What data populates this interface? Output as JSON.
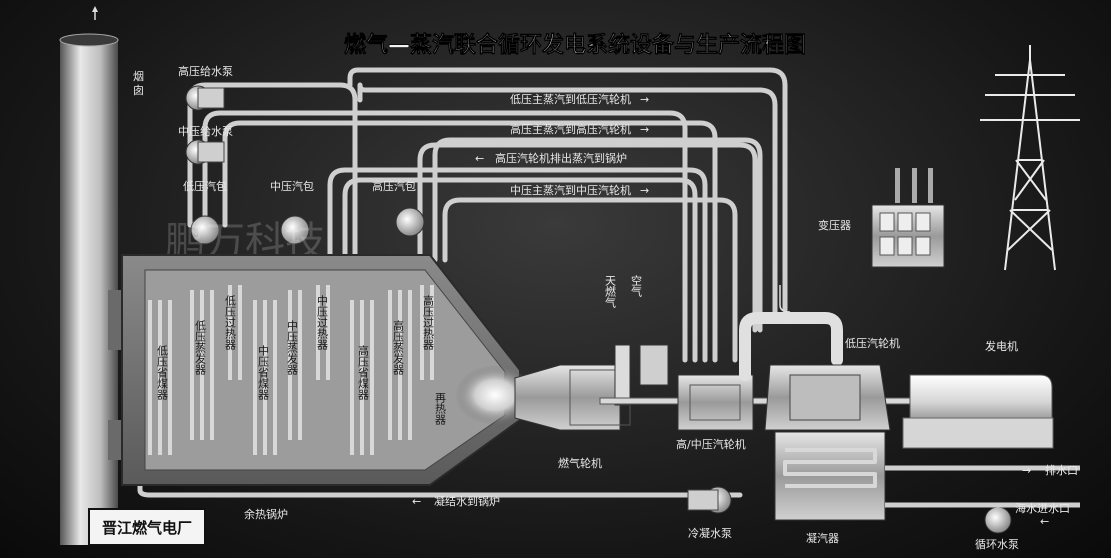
{
  "title": "燃气—蒸汽联合循环发电系统设备与生产流程图",
  "plant_name": "晋江燃气电厂",
  "watermark": "鹏万科技",
  "labels": {
    "chimney": "烟囱",
    "hp_feed_pump": "高压给水泵",
    "ip_feed_pump": "中压给水泵",
    "lp_drum": "低压汽包",
    "ip_drum": "中压汽包",
    "hp_drum": "高压汽包",
    "lp_main_to_lp_turbine": "低压主蒸汽到低压汽轮机",
    "hp_main_to_hp_turbine": "高压主蒸汽到高压汽轮机",
    "hp_exhaust_to_boiler": "高压汽轮机排出蒸汽到锅炉",
    "ip_main_to_ip_turbine": "中压主蒸汽到中压汽轮机",
    "transformer": "变压器",
    "generator": "发电机",
    "lp_turbine": "低压汽轮机",
    "natural_gas": "天燃气",
    "air": "空气",
    "lp_economizer": "低压省煤器",
    "lp_evaporator": "低压蒸发器",
    "lp_superheater": "低压过热器",
    "ip_economizer": "中压省煤器",
    "ip_evaporator": "中压蒸发器",
    "ip_superheater": "中压过热器",
    "hp_economizer": "高压省煤器",
    "hp_evaporator": "高压蒸发器",
    "hp_superheater": "高压过热器",
    "reheater": "再热器",
    "gas_turbine": "燃气轮机",
    "hp_ip_turbine": "高/中压汽轮机",
    "hrsg": "余热锅炉",
    "condensate_to_boiler": "凝结水到锅炉",
    "condensate_pump": "冷凝水泵",
    "condenser": "凝汽器",
    "drain_outlet": "排水口",
    "seawater_inlet": "海水进水口",
    "circulating_pump": "循环水泵"
  }
}
